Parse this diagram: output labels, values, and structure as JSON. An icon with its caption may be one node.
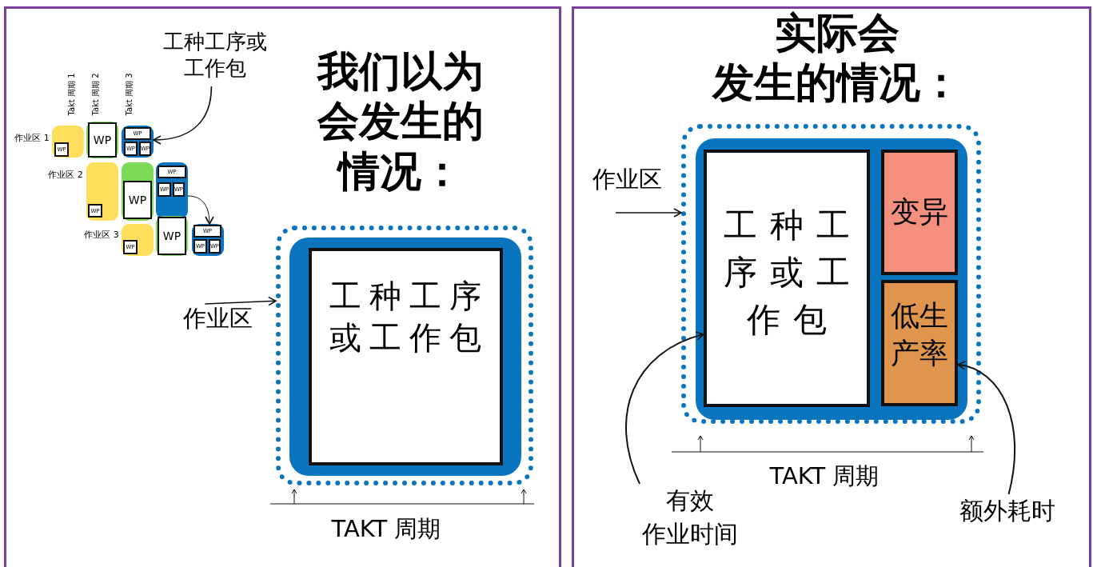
{
  "diagram": {
    "nodes": [
      {
        "text": [
          "我们以为会发生的情况："
        ]
      },
      {
        "text": [
          "工种工序或工作包"
        ],
        "in": 0
      },
      {
        "text": [],
        "shape": "box",
        "in": 0
      },
      {
        "text": [
          "WP"
        ],
        "in": 2
      },
      {
        "text": [],
        "shape": "box",
        "in": 0
      },
      {
        "text": [
          "WP"
        ],
        "in": 4
      },
      {
        "text": [],
        "shape": "box",
        "in": 0
      },
      {
        "text": [
          "WP"
        ],
        "in": 6
      },
      {
        "text": [
          "WP"
        ],
        "in": 6
      },
      {
        "text": [
          "WP"
        ],
        "in": 6
      },
      {
        "text": [],
        "shape": "box",
        "in": 0
      },
      {
        "text": [
          "WP"
        ],
        "in": 10
      },
      {
        "text": [],
        "shape": "box",
        "in": 0
      },
      {
        "text": [
          "WP"
        ],
        "in": 12
      },
      {
        "text": [],
        "shape": "box",
        "in": 0
      },
      {
        "text": [
          "WP"
        ],
        "in": 14
      },
      {
        "text": [
          "WP"
        ],
        "in": 14
      },
      {
        "text": [
          "WP"
        ],
        "in": 14
      },
      {
        "text": [],
        "shape": "box",
        "in": 0
      },
      {
        "text": [
          "WP"
        ],
        "in": 18
      },
      {
        "text": [],
        "shape": "box",
        "in": 0
      },
      {
        "text": [
          "WP"
        ],
        "in": 20
      },
      {
        "text": [],
        "shape": "box",
        "in": 0
      },
      {
        "text": [
          "WP"
        ],
        "in": 22
      },
      {
        "text": [
          "WP"
        ],
        "in": 22
      },
      {
        "text": [
          "WP"
        ],
        "in": 22
      },
      {
        "text": [
          "作业区"
        ],
        "in": 0
      },
      {
        "text": [],
        "shape": "box",
        "in": 0
      },
      {
        "text": [],
        "shape": "box",
        "in": 27
      },
      {
        "text": [
          "工种工序或工作包"
        ],
        "in": 28
      },
      {
        "text": [
          "实际会发生的情况："
        ]
      },
      {
        "text": [
          "作业区"
        ],
        "in": 30
      },
      {
        "text": [],
        "shape": "box",
        "in": 30
      },
      {
        "text": [],
        "shape": "box",
        "in": 32
      },
      {
        "text": [
          "工种工序或工作包"
        ],
        "in": 33
      },
      {
        "text": [
          "变异"
        ],
        "in": 33
      },
      {
        "text": [
          "低生产率"
        ],
        "in": 33
      },
      {
        "text": [
          "有效作业时间"
        ],
        "in": 30
      },
      {
        "text": [
          "额外耗时"
        ],
        "in": 30
      }
    ],
    "edges": [
      {
        "from": 1,
        "to": 6,
        "arrow": "to"
      },
      {
        "from": 14,
        "to": 22,
        "arrow": "to"
      },
      {
        "from": 26,
        "to": 27,
        "arrow": "to"
      },
      {
        "from": 31,
        "to": 32,
        "arrow": "to"
      },
      {
        "from": 37,
        "to": 34,
        "arrow": "to"
      },
      {
        "from": 38,
        "to": 36,
        "arrow": "to"
      }
    ],
    "labels": [
      "Takt 周期 1",
      "Takt 周期 2",
      "Takt 周期 3",
      "作业区 1",
      "作业区 2",
      "作业区 3",
      "TAKT 周期",
      "TAKT 周期"
    ]
  }
}
